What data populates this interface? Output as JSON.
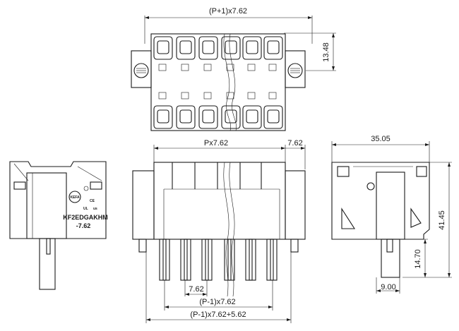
{
  "dimensions": {
    "top_width": "(P+1)x7.62",
    "top_height": "13.48",
    "front_width": "Px7.62",
    "front_end_pitch": "7.62",
    "front_pitch": "7.62",
    "front_span": "(P-1)x7.62",
    "front_span_total": "(P-1)x7.62+5.62",
    "side_width": "35.05",
    "side_height": "41.45",
    "side_pin_length": "14.70",
    "side_pin_offset": "9.00"
  },
  "markings": {
    "brand": "KEFA",
    "model": "KF2EDGAKHM",
    "pitch": "-7.62",
    "cert_ce": "CE",
    "cert_ul": "UL",
    "cert_us": "us"
  },
  "colors": {
    "line": "#1a1a1a",
    "background": "#ffffff"
  }
}
